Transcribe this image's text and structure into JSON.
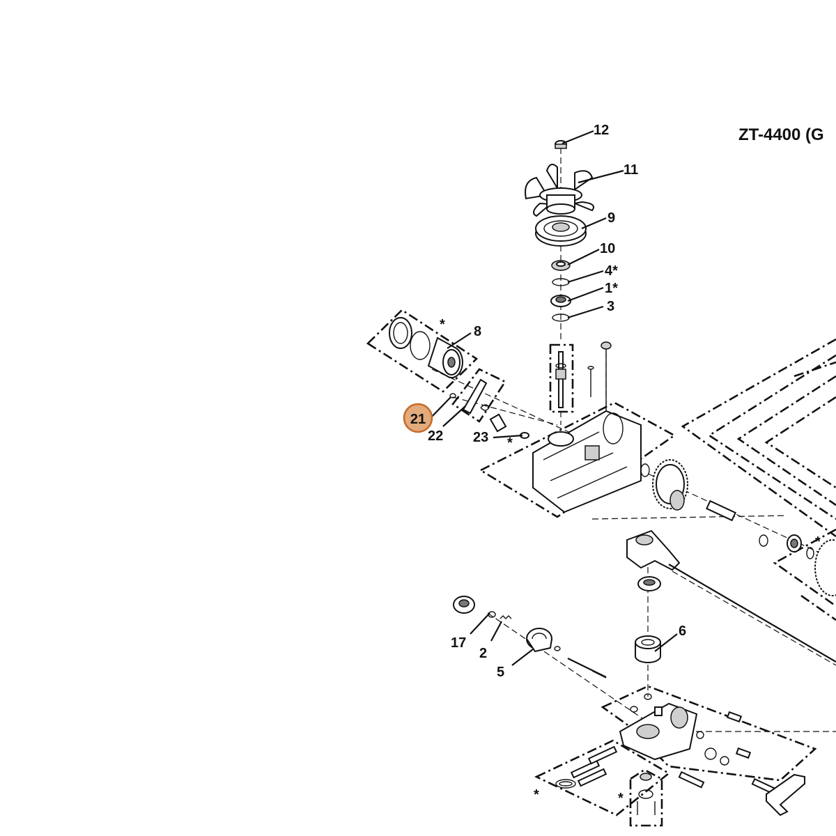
{
  "diagram": {
    "title": "ZT-4400 (G",
    "highlighted_label": "21",
    "part_labels": [
      "12",
      "11",
      "9",
      "10",
      "4*",
      "1*",
      "3",
      "*",
      "8",
      "22",
      "23",
      "*",
      "17",
      "2",
      "5",
      "6",
      "*",
      "*",
      "*"
    ]
  }
}
